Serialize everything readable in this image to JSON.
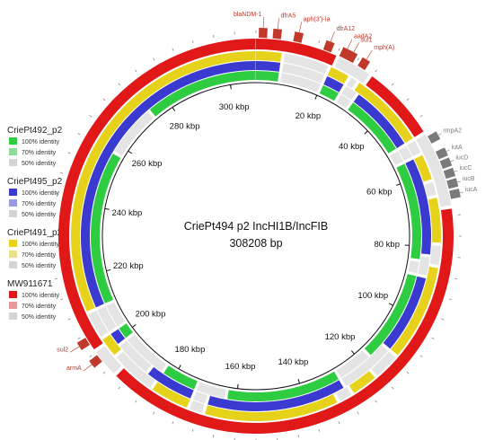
{
  "figure": {
    "title_line1": "CriePt494 p2 IncHI1B/IncFIB",
    "title_line2": "308208 bp",
    "total_bp": 308208
  },
  "legend": [
    {
      "name": "CriePt492_p2",
      "color": "#22c94a",
      "entries": [
        {
          "label": "100% identity",
          "color": "#2ecc40"
        },
        {
          "label": "70% identity",
          "color": "#8fdb9a"
        },
        {
          "label": "50% identity",
          "color": "#d4d4d4"
        }
      ]
    },
    {
      "name": "CriePt495_p2",
      "color": "#3333cc",
      "entries": [
        {
          "label": "100% identity",
          "color": "#3a3ad0"
        },
        {
          "label": "70% identity",
          "color": "#9a9adf"
        },
        {
          "label": "50% identity",
          "color": "#d4d4d4"
        }
      ]
    },
    {
      "name": "CriePt491_p2",
      "color": "#e0d020",
      "entries": [
        {
          "label": "100% identity",
          "color": "#e6d21a"
        },
        {
          "label": "70% identity",
          "color": "#eae08a"
        },
        {
          "label": "50% identity",
          "color": "#d4d4d4"
        }
      ]
    },
    {
      "name": "MW911671",
      "color": "#dd1e1e",
      "entries": [
        {
          "label": "100% identity",
          "color": "#e01818"
        },
        {
          "label": "70% identity",
          "color": "#e59999"
        },
        {
          "label": "50% identity",
          "color": "#d4d4d4"
        }
      ]
    }
  ],
  "kbp_labels": [
    "20 kbp",
    "40 kbp",
    "60 kbp",
    "80 kbp",
    "100 kbp",
    "120 kbp",
    "140 kbp",
    "160 kbp",
    "180 kbp",
    "200 kbp",
    "220 kbp",
    "240 kbp",
    "260 kbp",
    "280 kbp",
    "300 kbp"
  ],
  "red_genes": [
    {
      "name": "blaNDM-1",
      "angle": 2
    },
    {
      "name": "dfrA5",
      "angle": 6
    },
    {
      "name": "aph(3')-Ia",
      "angle": 12
    },
    {
      "name": "dfrA12",
      "angle": 21
    },
    {
      "name": "aadA2",
      "angle": 26
    },
    {
      "name": "sul1",
      "angle": 28
    },
    {
      "name": "mph(A)",
      "angle": 32
    },
    {
      "name": "sul2",
      "angle": 238
    },
    {
      "name": "armA",
      "angle": 232
    }
  ],
  "gray_genes": [
    {
      "name": "rmpA2",
      "angle": 61
    },
    {
      "name": "iutA",
      "angle": 66
    },
    {
      "name": "iucD",
      "angle": 69
    },
    {
      "name": "iucC",
      "angle": 72
    },
    {
      "name": "iucB",
      "angle": 75
    },
    {
      "name": "iucA",
      "angle": 78
    }
  ],
  "colors": {
    "ring_red": "#e01818",
    "ring_yellow": "#e6d21a",
    "ring_blue": "#3a3ad0",
    "ring_green": "#2ecc40",
    "gene_red": "#c0392b",
    "gene_gray": "#7a7a7a"
  }
}
